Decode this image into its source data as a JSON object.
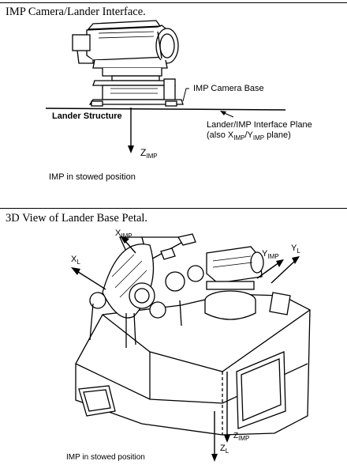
{
  "section1": {
    "title": "IMP Camera/Lander Interface.",
    "label_camera_base": "IMP Camera Base",
    "label_lander_structure": "Lander Structure",
    "label_interface_line1": "Lander/IMP Interface Plane",
    "label_interface_line2_a": "(also X",
    "label_interface_line2_sub1": "IMP",
    "label_interface_line2_b": "/Y",
    "label_interface_line2_sub2": "IMP",
    "label_interface_line2_c": " plane)",
    "axis_z": "Z",
    "axis_z_sub": "IMP",
    "caption": "IMP in stowed position"
  },
  "section2": {
    "title": "3D View of Lander Base Petal.",
    "axis_ximp": "X",
    "axis_ximp_sub": "IMP",
    "axis_xl": "X",
    "axis_xl_sub": "L",
    "axis_yimp": "Y",
    "axis_yimp_sub": "IMP",
    "axis_yl": "Y",
    "axis_yl_sub": "L",
    "axis_zimp": "Z",
    "axis_zimp_sub": "IMP",
    "axis_zl": "Z",
    "axis_zl_sub": "L",
    "caption": "IMP in stowed position"
  }
}
